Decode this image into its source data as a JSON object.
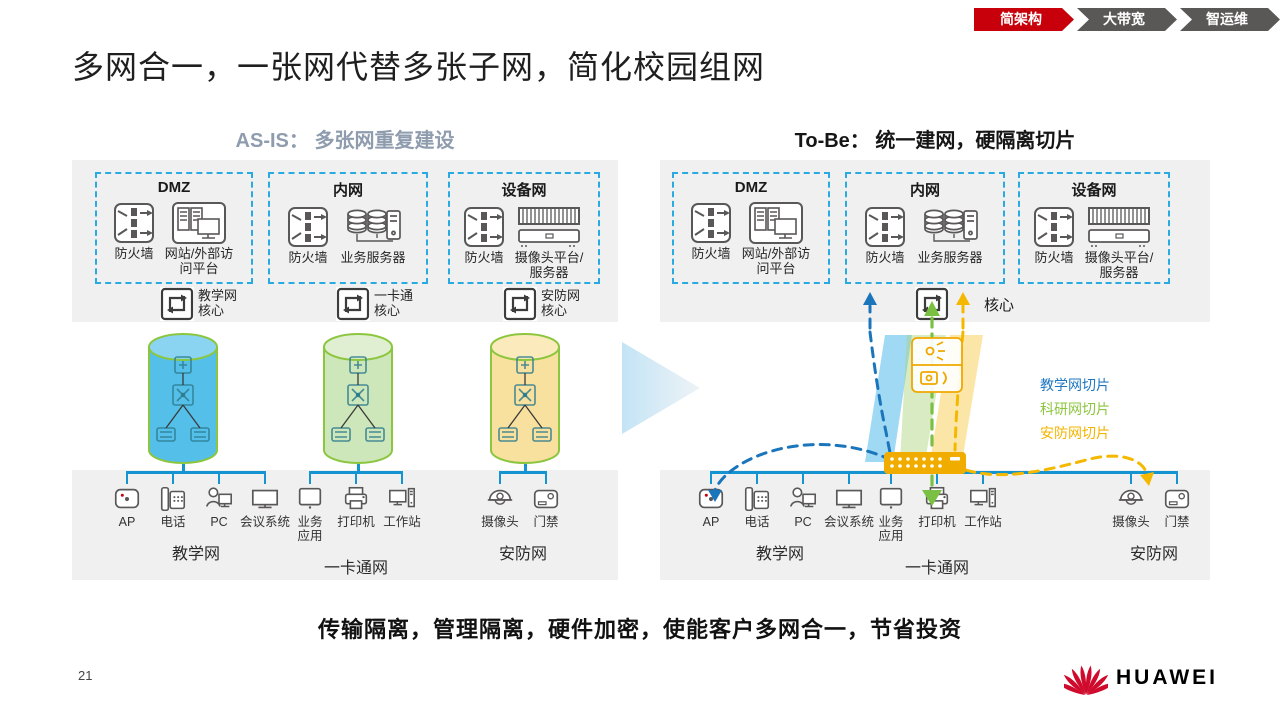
{
  "nav": {
    "tabs": [
      {
        "label": "简架构",
        "color": "#c7000b",
        "active": true
      },
      {
        "label": "大带宽",
        "color": "#5a5857",
        "active": false
      },
      {
        "label": "智运维",
        "color": "#5a5857",
        "active": false
      }
    ]
  },
  "title": "多网合一，一张网代替多张子网，简化校园组网",
  "as_is": {
    "heading_label": "AS-IS：",
    "heading_text": "多张网重复建设",
    "zones": [
      {
        "title": "DMZ",
        "items": [
          {
            "label": "防火墙"
          },
          {
            "label": "网站/外部访问平台"
          }
        ]
      },
      {
        "title": "内网",
        "items": [
          {
            "label": "防火墙"
          },
          {
            "label": "业务服务器"
          }
        ]
      },
      {
        "title": "设备网",
        "items": [
          {
            "label": "防火墙"
          },
          {
            "label": "摄像头平台/服务器"
          }
        ]
      }
    ],
    "cores": [
      {
        "label": "教学网核心"
      },
      {
        "label": "一卡通核心"
      },
      {
        "label": "安防网核心"
      }
    ],
    "groups": [
      {
        "network": "教学网",
        "devices": [
          {
            "label": "AP"
          },
          {
            "label": "电话"
          },
          {
            "label": "PC"
          },
          {
            "label": "会议系统"
          }
        ]
      },
      {
        "network": "一卡通网",
        "devices": [
          {
            "label": "业务应用"
          },
          {
            "label": "打印机"
          },
          {
            "label": "工作站"
          }
        ]
      },
      {
        "network": "安防网",
        "devices": [
          {
            "label": "摄像头"
          },
          {
            "label": "门禁"
          }
        ]
      }
    ]
  },
  "to_be": {
    "heading_label": "To-Be：",
    "heading_text": "统一建网，硬隔离切片",
    "zones": [
      {
        "title": "DMZ",
        "items": [
          {
            "label": "防火墙"
          },
          {
            "label": "网站/外部访问平台"
          }
        ]
      },
      {
        "title": "内网",
        "items": [
          {
            "label": "防火墙"
          },
          {
            "label": "业务服务器"
          }
        ]
      },
      {
        "title": "设备网",
        "items": [
          {
            "label": "防火墙"
          },
          {
            "label": "摄像头平台/服务器"
          }
        ]
      }
    ],
    "core_label": "核心",
    "slices": [
      {
        "label": "教学网切片",
        "color": "#1f78c1"
      },
      {
        "label": "科研网切片",
        "color": "#8cc63f"
      },
      {
        "label": "安防网切片",
        "color": "#f5b400"
      }
    ],
    "groups": [
      {
        "network": "教学网",
        "devices": [
          {
            "label": "AP"
          },
          {
            "label": "电话"
          },
          {
            "label": "PC"
          },
          {
            "label": "会议系统"
          }
        ]
      },
      {
        "network": "一卡通网",
        "devices": [
          {
            "label": "业务应用"
          },
          {
            "label": "打印机"
          },
          {
            "label": "工作站"
          }
        ]
      },
      {
        "network": "安防网",
        "devices": [
          {
            "label": "摄像头"
          },
          {
            "label": "门禁"
          }
        ]
      }
    ]
  },
  "summary": "传输隔离，管理隔离，硬件加密，使能客户多网合一，节省投资",
  "page_number": "21",
  "brand": "HUAWEI",
  "colors": {
    "huawei_red": "#c7000b",
    "zone_border": "#29abe2",
    "connector_blue": "#1594d2",
    "cylinder_stroke": "#8cc63f",
    "cylinder_blue": "#54bfe9",
    "cylinder_green": "#cde7ba",
    "cylinder_yellow": "#f8e09e",
    "switch_orange": "#f0ad00"
  }
}
